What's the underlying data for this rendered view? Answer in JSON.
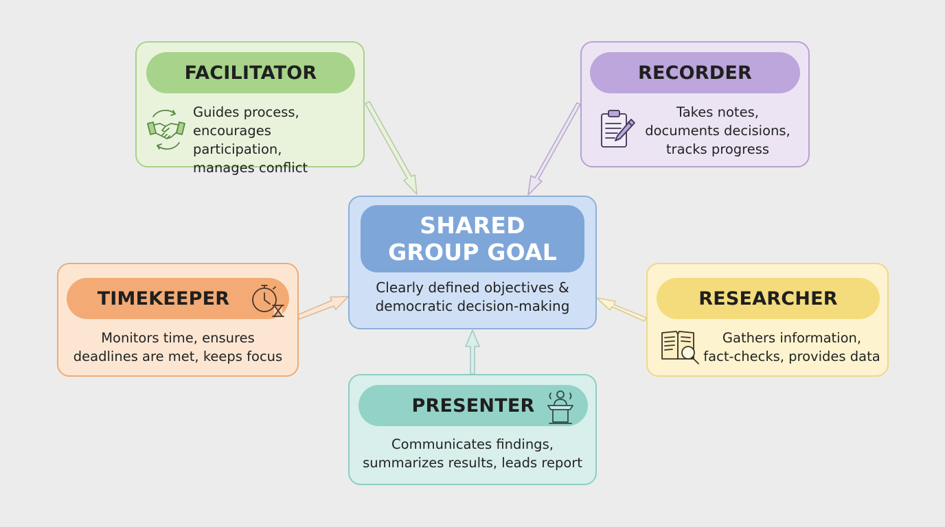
{
  "goal": {
    "title": "SHARED\nGROUP GOAL",
    "description": "Clearly defined objectives &\ndemocratic decision-making",
    "color": "#7fa6d9"
  },
  "roles": {
    "facilitator": {
      "title": "FACILITATOR",
      "description": "Guides process,\nencourages participation,\nmanages conflict",
      "icon": "handshake-icon",
      "color": "#a7d38a"
    },
    "recorder": {
      "title": "RECORDER",
      "description": "Takes notes,\ndocuments decisions,\ntracks progress",
      "icon": "clipboard-pencil-icon",
      "color": "#bca6dc"
    },
    "timekeeper": {
      "title": "TIMEKEEPER",
      "description": "Monitors time, ensures\ndeadlines are met, keeps focus",
      "icon": "stopwatch-hourglass-icon",
      "color": "#f3aa74"
    },
    "researcher": {
      "title": "RESEARCHER",
      "description": "Gathers information,\nfact-checks, provides data",
      "icon": "book-magnifier-icon",
      "color": "#f4dc7d"
    },
    "presenter": {
      "title": "PRESENTER",
      "description": "Communicates findings,\nsummarizes results, leads report",
      "icon": "podium-speaker-icon",
      "color": "#93d2c7"
    }
  }
}
